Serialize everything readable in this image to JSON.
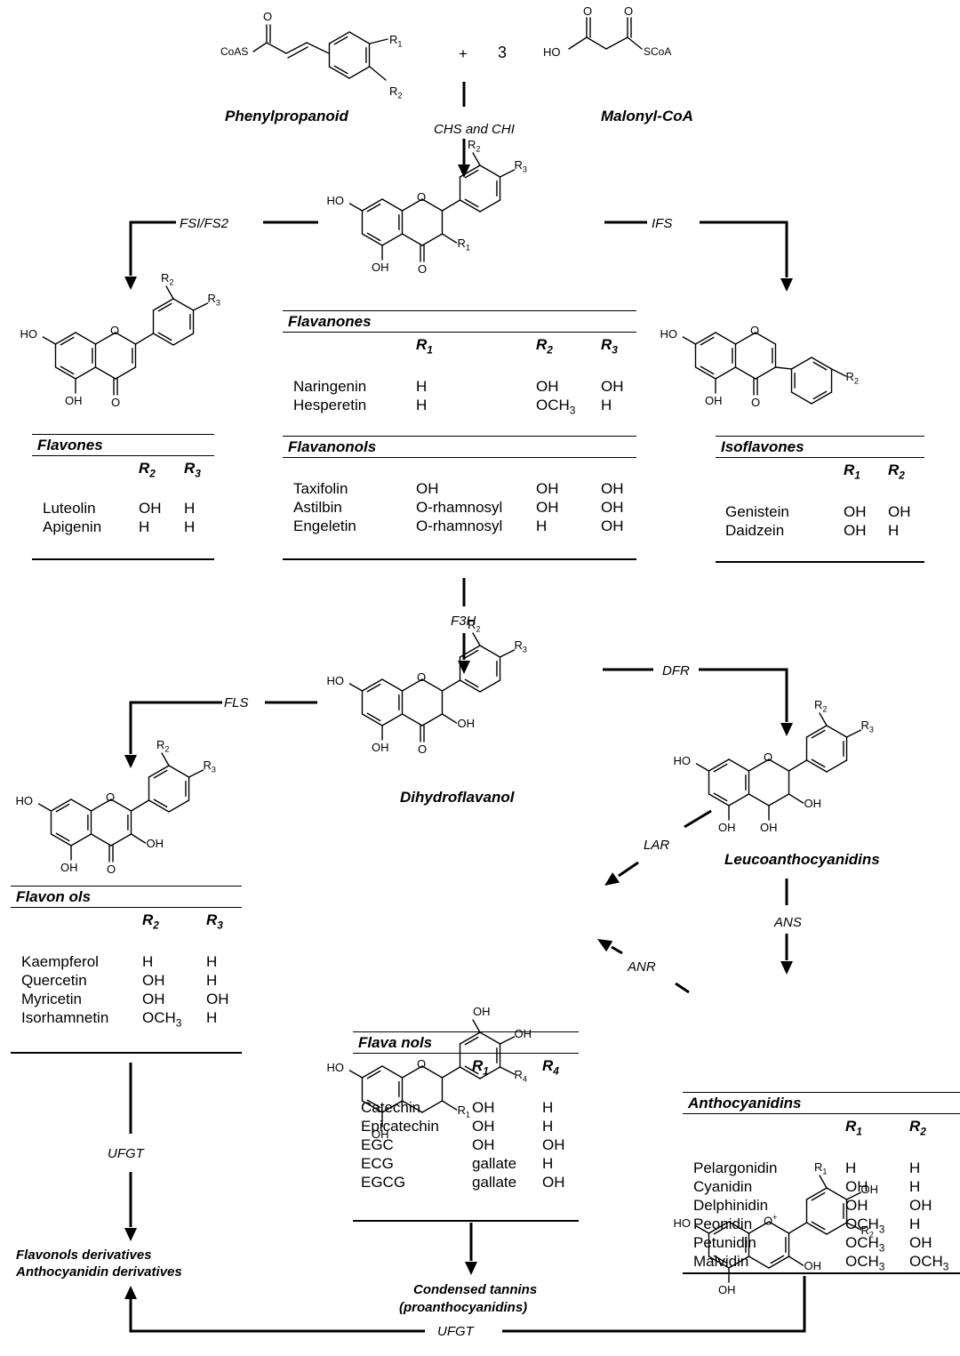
{
  "reactants": {
    "phenylpropanoid": "Phenylpropanoid",
    "malonyl": "Malonyl-CoA",
    "plus": "+",
    "coefficient": "3",
    "coas": "CoAS",
    "scoa": "SCoA",
    "ho": "HO",
    "o": "O",
    "r1": "R",
    "r2": "R"
  },
  "enzymes": {
    "chs_chi": "CHS and CHI",
    "fs": "FSI/FS2",
    "ifs": "IFS",
    "f3h": "F3H",
    "dfr": "DFR",
    "fls": "FLS",
    "lar": "LAR",
    "ans": "ANS",
    "anr": "ANR",
    "ufgt_left": "UFGT",
    "ufgt_bottom": "UFGT"
  },
  "labels": {
    "dihydroflavanol": "Dihydroflavanol",
    "leucoanthocyanidins": "Leucoanthocyanidins",
    "flavonols_derivatives": "Flavonols derivatives",
    "anthocyanidin_derivatives": "Anthocyanidin derivatives",
    "condensed_tannins": "Condensed tannins",
    "proanthocyanidins": "(proanthocyanidins)"
  },
  "atoms": {
    "ho": "HO",
    "oh": "OH",
    "o": "O",
    "oplus": "O",
    "plus": "+",
    "r": "R",
    "s1": "1",
    "s2": "2",
    "s3": "3",
    "s4": "4"
  },
  "tables": {
    "flavanones": {
      "title": "Flavanones",
      "headers": [
        "R1",
        "R2",
        "R3"
      ],
      "rows": [
        [
          "Naringenin",
          "H",
          "OH",
          "OH"
        ],
        [
          "Hesperetin",
          "H",
          "OCH3",
          "H"
        ]
      ]
    },
    "flavanonols": {
      "title": "Flavanonols",
      "rows": [
        [
          "Taxifolin",
          "OH",
          "OH",
          "OH"
        ],
        [
          "Astilbin",
          "O-rhamnosyl",
          "OH",
          "OH"
        ],
        [
          "Engeletin",
          "O-rhamnosyl",
          "H",
          "OH"
        ]
      ]
    },
    "flavones": {
      "title": "Flavones",
      "headers": [
        "R2",
        "R3"
      ],
      "rows": [
        [
          "Luteolin",
          "OH",
          "H"
        ],
        [
          "Apigenin",
          "H",
          "H"
        ]
      ]
    },
    "isoflavones": {
      "title": "Isoflavones",
      "headers": [
        "R1",
        "R2"
      ],
      "rows": [
        [
          "Genistein",
          "OH",
          "OH"
        ],
        [
          "Daidzein",
          "OH",
          "H"
        ]
      ]
    },
    "flavonols": {
      "title": "Flavon ols",
      "headers": [
        "R2",
        "R3"
      ],
      "rows": [
        [
          "Kaempferol",
          "H",
          "H"
        ],
        [
          "Quercetin",
          "OH",
          "H"
        ],
        [
          "Myricetin",
          "OH",
          "OH"
        ],
        [
          "Isorhamnetin",
          "OCH3",
          "H"
        ]
      ]
    },
    "flavanols": {
      "title": "Flava nols",
      "headers": [
        "R1",
        "R4"
      ],
      "rows": [
        [
          "Catechin",
          "OH",
          "H"
        ],
        [
          "Epicatechin",
          "OH",
          "H"
        ],
        [
          "EGC",
          "OH",
          "OH"
        ],
        [
          "ECG",
          "gallate",
          "H"
        ],
        [
          "EGCG",
          "gallate",
          "OH"
        ]
      ]
    },
    "anthocyanidins": {
      "title": "Anthocyanidins",
      "headers": [
        "R1",
        "R2"
      ],
      "rows": [
        [
          "Pelargonidin",
          "H",
          "H"
        ],
        [
          "Cyanidin",
          "OH",
          "H"
        ],
        [
          "Delphinidin",
          "OH",
          "OH"
        ],
        [
          "Peonidin",
          "OCH3",
          "H"
        ],
        [
          "Petunidin",
          "OCH3",
          "OH"
        ],
        [
          "Malvidin",
          "OCH3",
          "OCH3"
        ]
      ]
    }
  }
}
